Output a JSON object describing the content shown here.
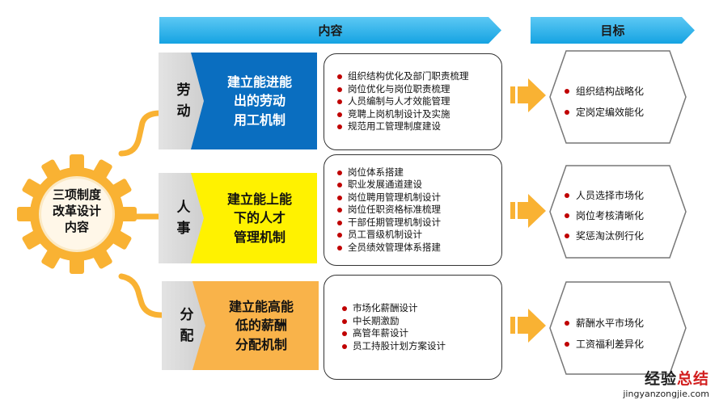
{
  "headers": {
    "content": "内容",
    "goal": "目标"
  },
  "center": {
    "line1": "三项制度",
    "line2": "改革设计",
    "line3": "内容"
  },
  "rows": [
    {
      "tag1": "劳",
      "tag2": "动",
      "title1": "建立能进能",
      "title2": "出的劳动",
      "title3": "用工机制",
      "title_bg": "#0a6ec0",
      "title_color": "#ffffff",
      "items": [
        "组织结构优化及部门职责梳理",
        "岗位优化与岗位职责梳理",
        "人员编制与人才效能管理",
        "竞聘上岗机制设计及实施",
        "规范用工管理制度建设"
      ],
      "goals": [
        "组织结构战略化",
        "定岗定编效能化"
      ]
    },
    {
      "tag1": "人",
      "tag2": "事",
      "title1": "建立能上能",
      "title2": "下的人才",
      "title3": "管理机制",
      "title_bg": "#fff200",
      "title_color": "#111111",
      "items": [
        "岗位体系搭建",
        "职业发展通道建设",
        "岗位聘用管理机制设计",
        "岗位任职资格标准梳理",
        "干部任期管理机制设计",
        "员工晋级机制设计",
        "全员绩效管理体系搭建"
      ],
      "goals": [
        "人员选择市场化",
        "岗位考核清晰化",
        "奖惩淘汰例行化"
      ]
    },
    {
      "tag1": "分",
      "tag2": "配",
      "title1": "建立能高能",
      "title2": "低的薪酬",
      "title3": "分配机制",
      "title_bg": "#f9b34a",
      "title_color": "#111111",
      "items": [
        "市场化薪酬设计",
        "中长期激励",
        "高管年薪设计",
        "员工持股计划方案设计"
      ],
      "goals": [
        "薪酬水平市场化",
        "工资福利差异化"
      ]
    }
  ],
  "watermark": {
    "cn_black": "经验",
    "cn_red": "总结",
    "url": "jingyanzongjie.com"
  },
  "colors": {
    "accent_blue": "#15a3e2",
    "gear": "#f9b233",
    "arrow": "#f9b233",
    "bullet": "#c00000"
  }
}
